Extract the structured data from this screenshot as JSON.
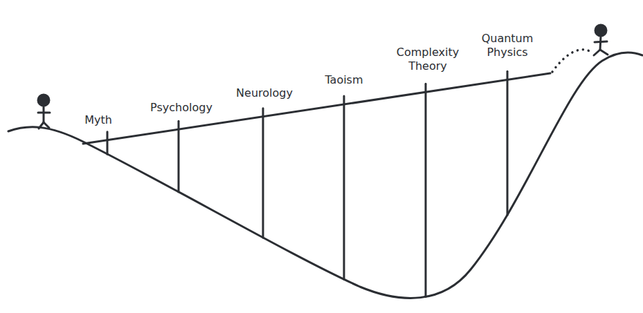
{
  "diagram": {
    "labels": [
      "Myth",
      "Psychology",
      "Neurology",
      "Taoism",
      "Complexity Theory",
      "Quantum Physics"
    ]
  }
}
